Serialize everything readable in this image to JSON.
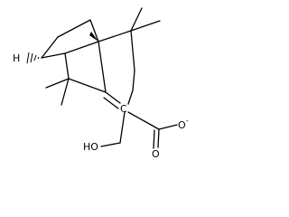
{
  "molecule": {
    "atom_labels": {
      "stereo_h": "H",
      "hydroxyl": "HO",
      "carbonyl_oxygen": "O",
      "carboxylate_oxygen": "O",
      "carboxylate_charge": "-",
      "exocyclic_carbon": "C"
    },
    "colors": {
      "bond": "#000000",
      "text": "#000000",
      "background": "#ffffff"
    }
  }
}
